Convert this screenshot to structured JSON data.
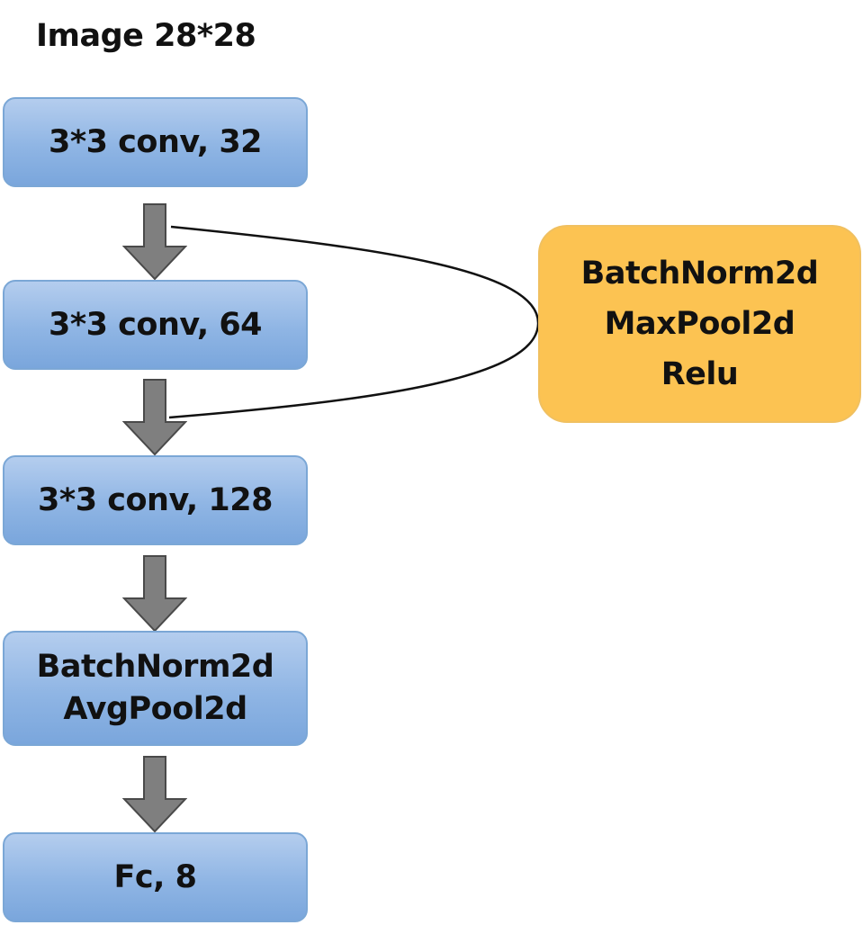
{
  "title": "Image 28*28",
  "layers": [
    {
      "lines": [
        "3*3 conv, 32"
      ]
    },
    {
      "lines": [
        "3*3 conv, 64"
      ]
    },
    {
      "lines": [
        "3*3 conv, 128"
      ]
    },
    {
      "lines": [
        "BatchNorm2d",
        "AvgPool2d"
      ]
    },
    {
      "lines": [
        "Fc, 8"
      ]
    }
  ],
  "side_block": {
    "lines": [
      "BatchNorm2d",
      "MaxPool2d",
      "Relu"
    ]
  },
  "colors": {
    "layer_fill": "#8fb5e4",
    "side_fill": "#fcc352",
    "arrow_fill": "#7f7f7f"
  }
}
